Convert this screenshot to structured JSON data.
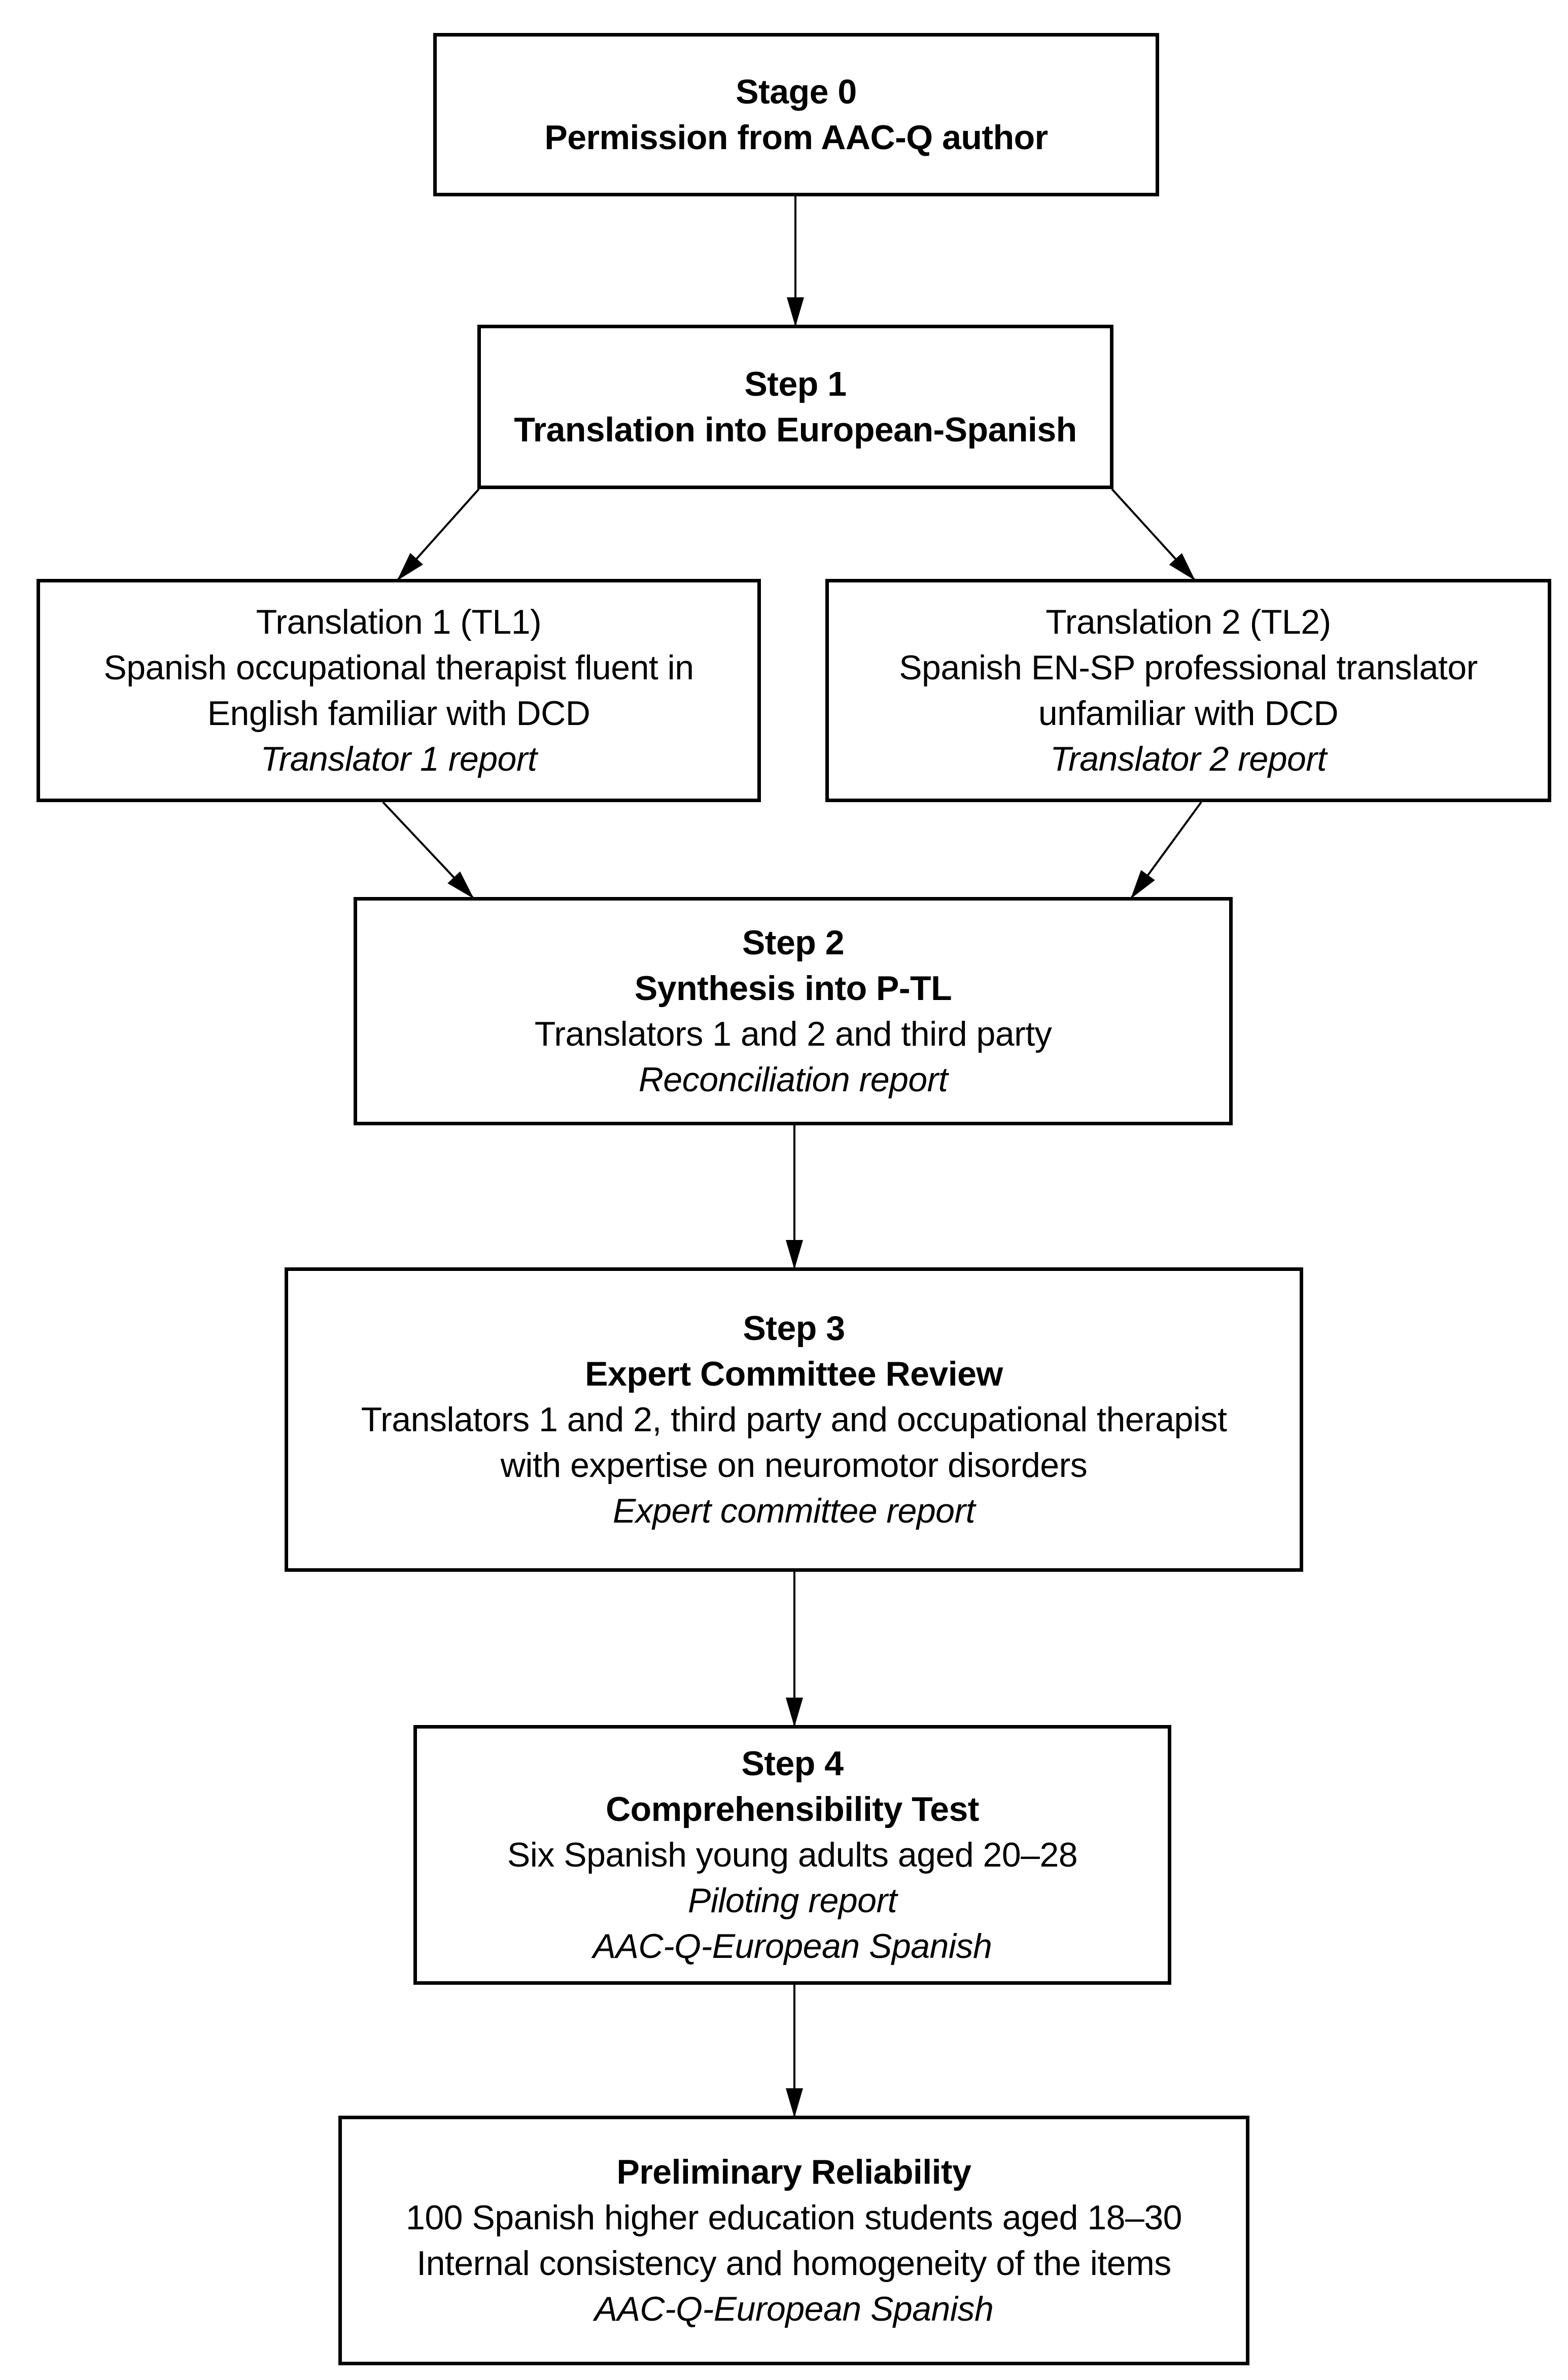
{
  "colors": {
    "background": "#ffffff",
    "box_border": "#000000",
    "text": "#000000",
    "arrow": "#000000"
  },
  "nodes": {
    "stage0": {
      "lines": [
        "Stage 0",
        "Permission from AAC-Q author"
      ]
    },
    "step1": {
      "lines": [
        "Step 1",
        "Translation into European-Spanish"
      ]
    },
    "translation1": {
      "lines": [
        "Translation 1 (TL1)",
        "Spanish occupational therapist fluent in",
        "English familiar with DCD",
        "Translator 1 report"
      ]
    },
    "translation2": {
      "lines": [
        "Translation 2 (TL2)",
        "Spanish EN-SP professional translator",
        "unfamiliar with DCD",
        "Translator 2 report"
      ]
    },
    "step2": {
      "lines": [
        "Step 2",
        "Synthesis into P-TL",
        "Translators 1 and 2 and third party",
        "Reconciliation report"
      ]
    },
    "step3": {
      "lines": [
        "Step 3",
        "Expert Committee Review",
        "Translators 1 and 2, third party and occupational therapist",
        "with expertise on neuromotor disorders",
        "Expert committee report"
      ]
    },
    "step4": {
      "lines": [
        "Step 4",
        "Comprehensibility Test",
        "Six Spanish young adults aged 20–28",
        "Piloting report",
        "AAC-Q-European Spanish"
      ]
    },
    "preliminary": {
      "lines": [
        "Preliminary Reliability",
        "100 Spanish higher education students aged 18–30",
        "Internal consistency and homogeneity of the items",
        "AAC-Q-European Spanish"
      ]
    }
  },
  "edges": [
    {
      "from": "stage0",
      "to": "step1"
    },
    {
      "from": "step1",
      "to": "translation1"
    },
    {
      "from": "step1",
      "to": "translation2"
    },
    {
      "from": "translation1",
      "to": "step2"
    },
    {
      "from": "translation2",
      "to": "step2"
    },
    {
      "from": "step2",
      "to": "step3"
    },
    {
      "from": "step3",
      "to": "step4"
    },
    {
      "from": "step4",
      "to": "preliminary"
    }
  ]
}
